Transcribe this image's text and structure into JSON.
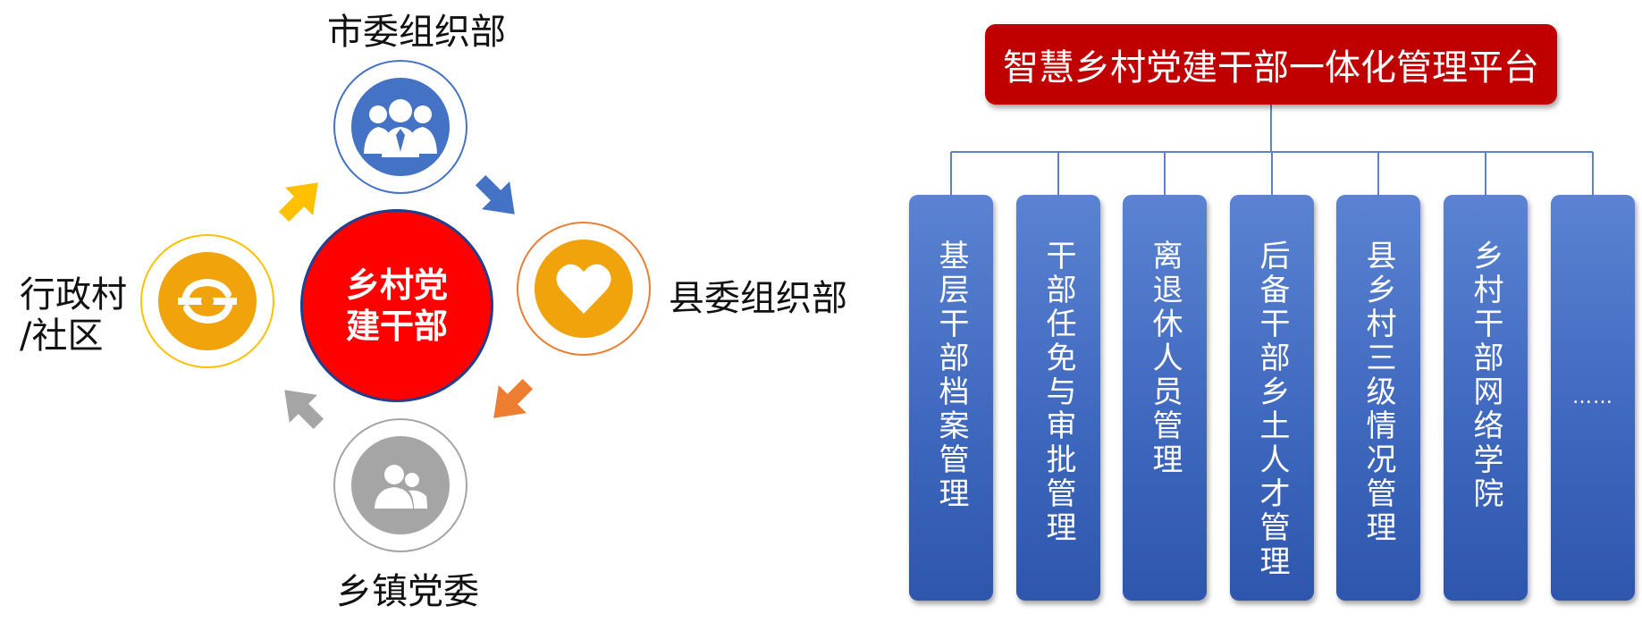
{
  "cycle": {
    "center_line1": "乡村党",
    "center_line2": "建干部",
    "nodes": {
      "top": "市委组织部",
      "right": "县委组织部",
      "bottom": "乡镇党委",
      "left_line1": "行政村",
      "left_line2": "/社区"
    },
    "colors": {
      "center": "#ff0000",
      "top": "#4472c4",
      "right": "#f0a30a",
      "bottom": "#a5a5a5",
      "left": "#f0a30a"
    }
  },
  "org": {
    "title": "智慧乡村党建干部一体化管理平台",
    "columns": [
      "基层干部档案管理",
      "干部任免与审批管理",
      "离退休人员管理",
      "后备干部乡土人才管理",
      "县乡村三级情况管理",
      "乡村干部网络学院",
      "……"
    ],
    "colors": {
      "title_bg": "#c00000",
      "column_bg": "#4472c4",
      "connector": "#5b83c9"
    }
  }
}
